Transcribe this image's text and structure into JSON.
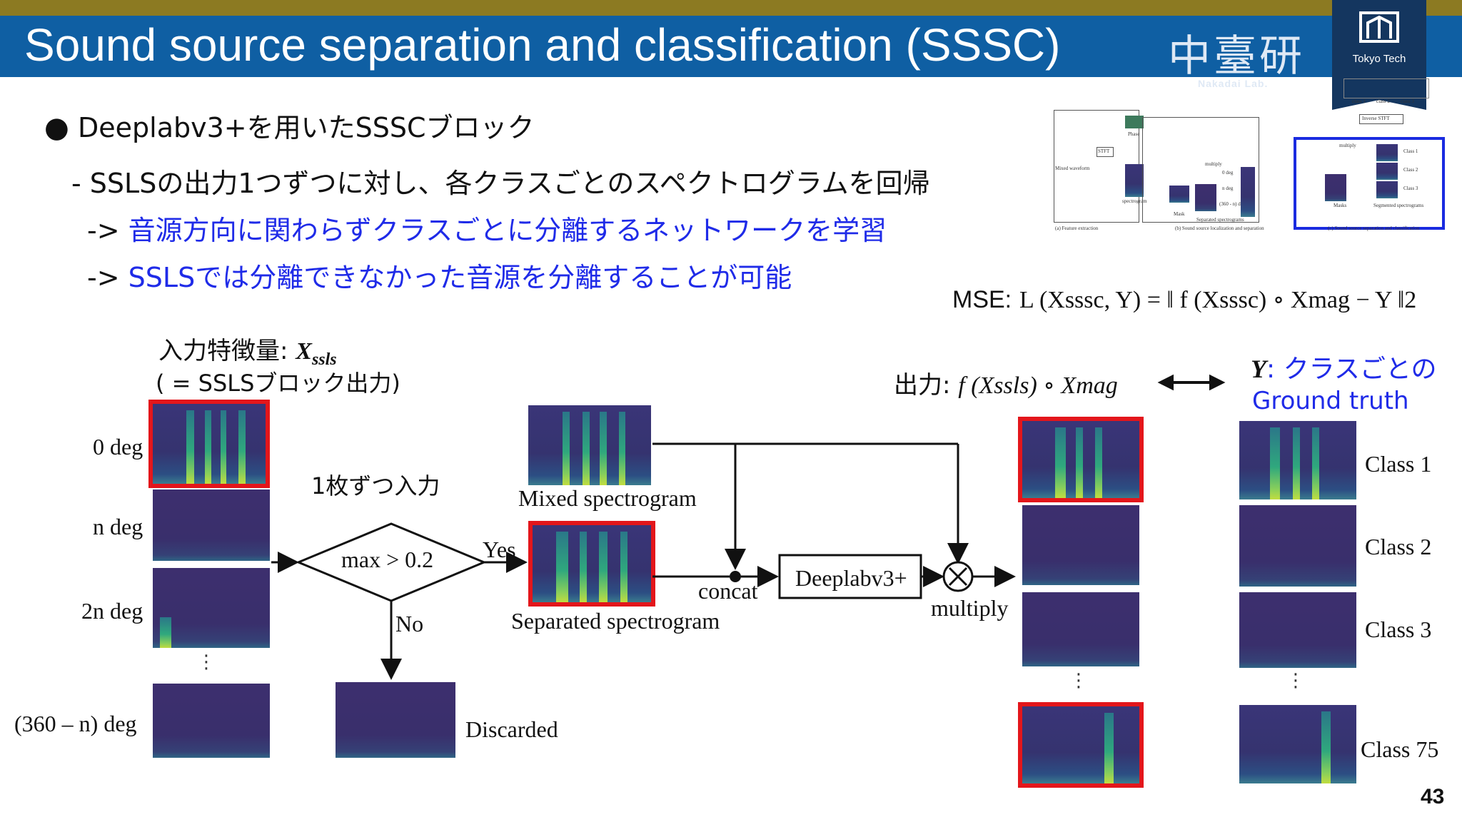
{
  "header": {
    "title": "Sound source separation and classification (SSSC)",
    "lab_logo_kanji": "中臺研",
    "lab_logo_text": "Nakadai Lab.",
    "university": "Tokyo Tech",
    "colors": {
      "gold": "#8c7a22",
      "blue": "#0f5fa3",
      "navy": "#14365f"
    }
  },
  "bullets": {
    "main": "Deeplabv3+を用いたSSSCブロック",
    "sub": "- SSLSの出力1つずつに対し、各クラスごとのスペクトログラムを回帰",
    "arrow1_prefix": "->",
    "arrow1_text": "音源方向に関わらずクラスごとに分離するネットワークを学習",
    "arrow2_prefix": "->",
    "arrow2_text": "SSLSでは分離できなかった音源を分離することが可能"
  },
  "mini_figure": {
    "labels": [
      "Phase",
      "STFT",
      "Mixed waveform",
      "spectrogram",
      "multiply",
      "0 deg",
      "n deg",
      "(360 - n) deg",
      "Mask",
      "Separated spectrograms",
      "multiply",
      "Class 1",
      "Class 2",
      "Class 3",
      "Masks",
      "Segmented spectrograms",
      "Inverse STFT",
      "class 1",
      "class 2",
      "class 3"
    ],
    "captions": [
      "(a) Feature extraction",
      "(b) Sound source localization and separation",
      "(c) Sound source separation and classification"
    ]
  },
  "formula": {
    "mse_prefix": "MSE:",
    "mse": "L (Xsssc, Y) = ‖ f (Xsssc) ∘ Xmag − Y ‖2"
  },
  "diagram": {
    "input_title": "入力特徴量: ",
    "input_symbol": "X",
    "input_sub": "ssls",
    "input_note": "( = SSLSブロック出力)",
    "deg_labels": [
      "0 deg",
      "n deg",
      "2n deg",
      "(360 – n) deg"
    ],
    "one_by_one": "1枚ずつ入力",
    "decision": "max > 0.2",
    "yes": "Yes",
    "no": "No",
    "mixed": "Mixed spectrogram",
    "separated": "Separated spectrogram",
    "discarded": "Discarded",
    "concat": "concat",
    "network": "Deeplabv3+",
    "multiply": "multiply",
    "output_prefix": "出力: ",
    "output_formula": "f (Xssls) ∘ Xmag",
    "gt_symbol": "Y",
    "gt_text": ": クラスごとの",
    "gt_line2": "Ground truth",
    "class_labels": [
      "Class 1",
      "Class 2",
      "Class 3",
      "Class 75"
    ],
    "vdots": "⋮"
  },
  "page_number": "43"
}
